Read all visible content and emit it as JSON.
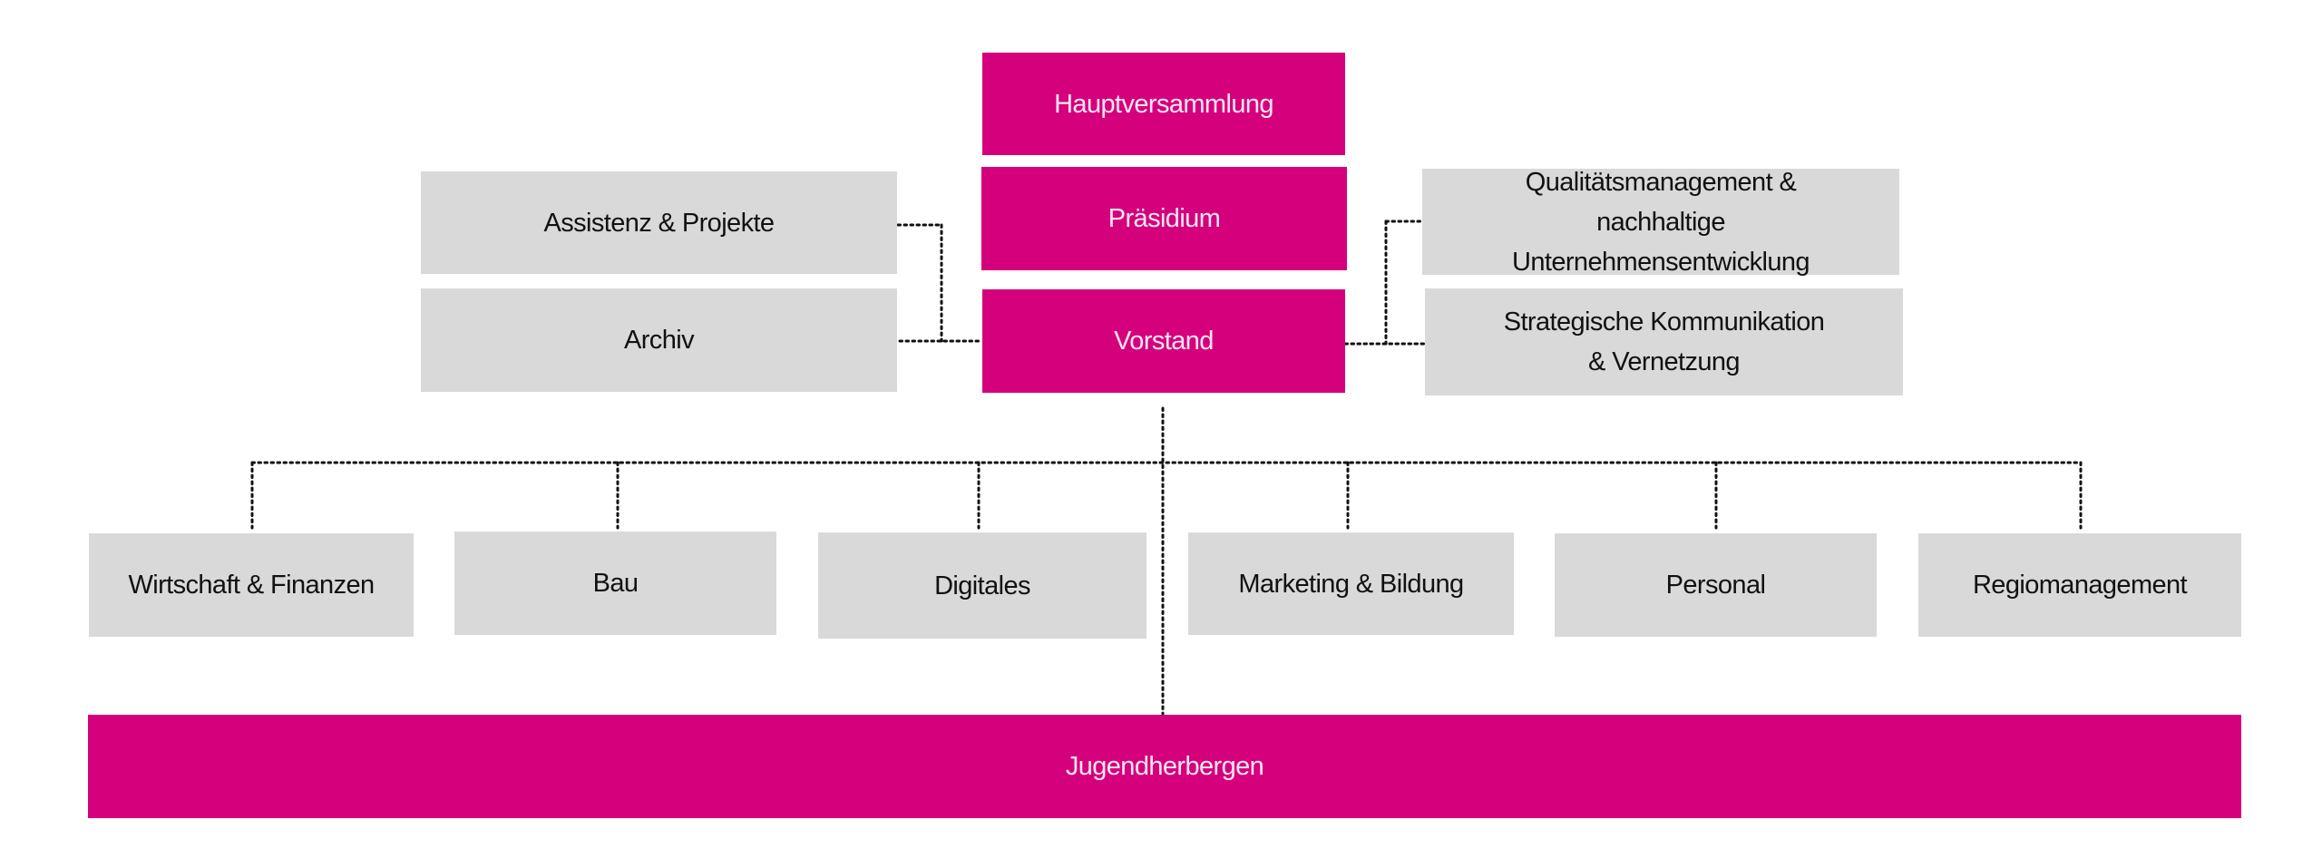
{
  "title": "Organigramm",
  "colors": {
    "primary": "#D5007C",
    "secondary": "#D9D9D9",
    "connector": "#111111"
  },
  "top": {
    "hauptversammlung": "Hauptversammlung",
    "praesidium": "Präsidium",
    "vorstand": "Vorstand"
  },
  "staff_left": [
    "Assistenz & Projekte",
    "Archiv"
  ],
  "staff_right": [
    "Qualitätsmanagement & nachhaltige Unternehmensentwicklung",
    "Strategische Kommunikation & Vernetzung"
  ],
  "departments": [
    "Wirtschaft & Finanzen",
    "Bau",
    "Digitales",
    "Marketing & Bildung",
    "Personal",
    "Regiomanagement"
  ],
  "bottom": "Jugendherbergen"
}
